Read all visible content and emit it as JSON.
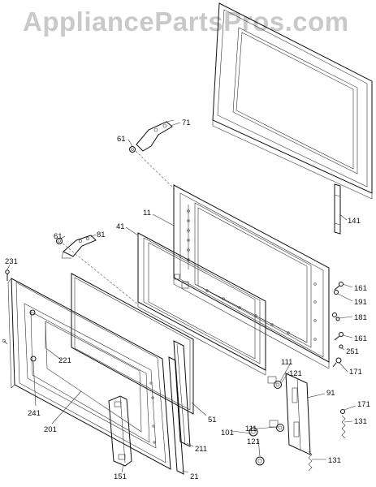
{
  "watermark": "AppliancePartsPros.com",
  "part_labels": {
    "p71": "71",
    "p61a": "61",
    "p11": "11",
    "p41": "41",
    "p61b": "61",
    "p81": "81",
    "p231": "231",
    "p141": "141",
    "p161a": "161",
    "p191": "191",
    "p181": "181",
    "p161b": "161",
    "p251": "251",
    "p171a": "171",
    "p111a": "111",
    "p121a": "121",
    "p91": "91",
    "p171b": "171",
    "p131a": "131",
    "p221": "221",
    "p241": "241",
    "p201": "201",
    "p51": "51",
    "p101": "101",
    "p111b": "111",
    "p121b": "121",
    "p211": "211",
    "p131b": "131",
    "p151": "151",
    "p21": "21"
  }
}
